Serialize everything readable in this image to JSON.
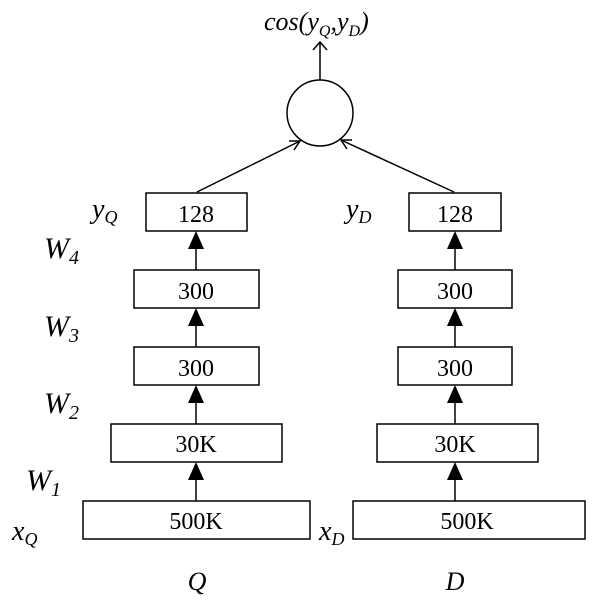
{
  "output": {
    "func": "cos",
    "open_paren": "(",
    "y_q": "y",
    "y_q_sub": "Q",
    "comma": ",",
    "y_d": "y",
    "y_d_sub": "D",
    "close_paren": ")"
  },
  "query_tower": {
    "input_var": "x",
    "input_sub": "Q",
    "output_var": "y",
    "output_sub": "Q",
    "label": "Q",
    "layers": [
      "500K",
      "30K",
      "300",
      "300",
      "128"
    ]
  },
  "doc_tower": {
    "input_var": "x",
    "input_sub": "D",
    "output_var": "y",
    "output_sub": "D",
    "label": "D",
    "layers": [
      "500K",
      "30K",
      "300",
      "300",
      "128"
    ]
  },
  "weights": [
    {
      "name": "W",
      "sub": "1"
    },
    {
      "name": "W",
      "sub": "2"
    },
    {
      "name": "W",
      "sub": "3"
    },
    {
      "name": "W",
      "sub": "4"
    }
  ]
}
